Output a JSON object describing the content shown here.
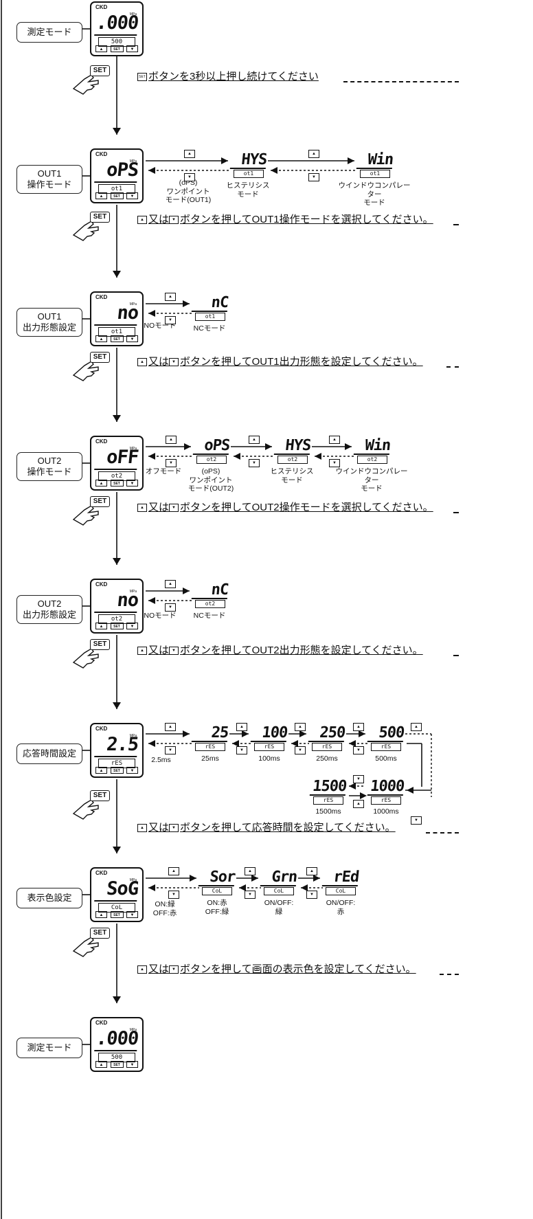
{
  "device": {
    "brand": "CKD",
    "unit": "MPa",
    "up_icon": "up-triangle-icon",
    "down_icon": "down-triangle-icon",
    "set_label": "SET"
  },
  "set_hand_label": "SET",
  "steps": [
    {
      "label": "測定モード",
      "main": ".000",
      "sub": "500",
      "instruction_prefix": "SET",
      "instruction": "ボタンを3秒以上押し続けてください"
    },
    {
      "label": "OUT1\n操作モード",
      "main": "oPS",
      "sub": "ot1",
      "instruction": "又は",
      "instruction_rest": "ボタンを押してOUT1操作モードを選択してください。",
      "options": [
        {
          "main": "HYS",
          "sub": "ot1",
          "caption": "ヒステリシス\nモード"
        },
        {
          "main": "Win",
          "sub": "ot1",
          "caption": "ウインドウコンパレーター\nモード"
        }
      ],
      "self_caption": "(oPS)\nワンポイント\nモード(OUT1)"
    },
    {
      "label": "OUT1\n出力形態設定",
      "main": "no",
      "sub": "ot1",
      "instruction": "又は",
      "instruction_rest": "ボタンを押してOUT1出力形態を設定してください。",
      "options": [
        {
          "main": "nC",
          "sub": "ot1",
          "caption": "NCモード"
        }
      ],
      "self_caption": "NOモード"
    },
    {
      "label": "OUT2\n操作モード",
      "main": "oFF",
      "sub": "ot2",
      "instruction": "又は",
      "instruction_rest": "ボタンを押してOUT2操作モードを選択してください。",
      "options": [
        {
          "main": "oPS",
          "sub": "ot2",
          "caption": "(oPS)\nワンポイント\nモード(OUT2)"
        },
        {
          "main": "HYS",
          "sub": "ot2",
          "caption": "ヒステリシス\nモード"
        },
        {
          "main": "Win",
          "sub": "ot2",
          "caption": "ウインドウコンパレーター\nモード"
        }
      ],
      "self_caption": "オフモード"
    },
    {
      "label": "OUT2\n出力形態設定",
      "main": "no",
      "sub": "ot2",
      "instruction": "又は",
      "instruction_rest": "ボタンを押してOUT2出力形態を設定してください。",
      "options": [
        {
          "main": "nC",
          "sub": "ot2",
          "caption": "NCモード"
        }
      ],
      "self_caption": "NOモード"
    },
    {
      "label": "応答時間設定",
      "main": "2.5",
      "sub": "rES",
      "instruction": "又は",
      "instruction_rest": "ボタンを押して応答時間を設定してください。",
      "options": [
        {
          "main": "25",
          "sub": "rES",
          "caption": "25ms"
        },
        {
          "main": "100",
          "sub": "rES",
          "caption": "100ms"
        },
        {
          "main": "250",
          "sub": "rES",
          "caption": "250ms"
        },
        {
          "main": "500",
          "sub": "rES",
          "caption": "500ms"
        },
        {
          "main": "1000",
          "sub": "rES",
          "caption": "1000ms"
        },
        {
          "main": "1500",
          "sub": "rES",
          "caption": "1500ms"
        }
      ],
      "self_caption": "2.5ms"
    },
    {
      "label": "表示色設定",
      "main": "SoG",
      "sub": "CoL",
      "instruction": "又は",
      "instruction_rest": "ボタンを押して画面の表示色を設定してください。",
      "options": [
        {
          "main": "Sor",
          "sub": "CoL",
          "caption": "ON:赤\nOFF:緑"
        },
        {
          "main": "Grn",
          "sub": "CoL",
          "caption": "ON/OFF:\n緑"
        },
        {
          "main": "rEd",
          "sub": "CoL",
          "caption": "ON/OFF:\n赤"
        }
      ],
      "self_caption": "ON:緑\nOFF:赤"
    },
    {
      "label": "測定モード",
      "main": ".000",
      "sub": "500"
    }
  ]
}
